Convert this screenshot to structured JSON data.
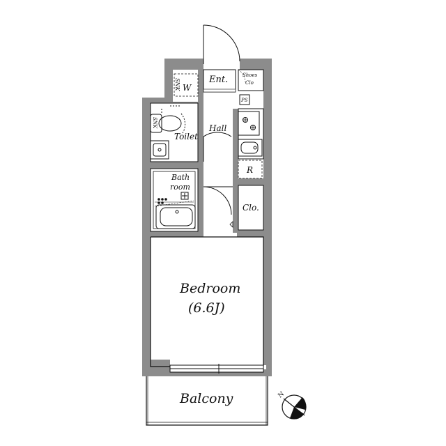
{
  "rooms": {
    "entrance": "Ent.",
    "washer": "W",
    "washer_tag": "SNK",
    "shoes_closet_line1": "Shoes",
    "shoes_closet_line2": "Clo",
    "pipe_space": "PS",
    "hall": "Hall",
    "toilet": "Toilet",
    "toilet_tag": "SNK",
    "refrigerator": "R",
    "bathroom_line1": "Bath",
    "bathroom_line2": "room",
    "closet": "Clo.",
    "bedroom": "Bedroom",
    "bedroom_size": "(6.6J)",
    "balcony": "Balcony"
  },
  "compass": {
    "north_label": "N"
  }
}
